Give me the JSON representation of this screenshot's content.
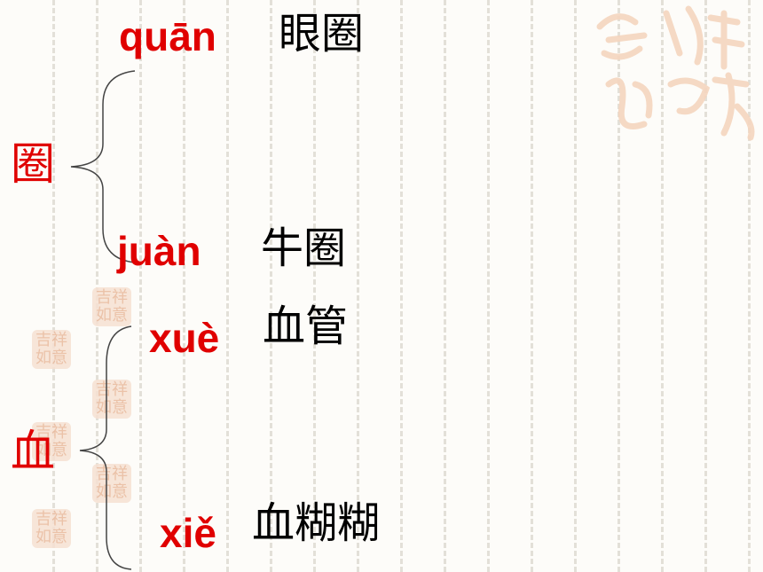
{
  "groups": [
    {
      "character": "圈",
      "readings": [
        {
          "pinyin": "quān",
          "word": "眼圈"
        },
        {
          "pinyin": "juàn",
          "word": "牛圈"
        }
      ]
    },
    {
      "character": "血",
      "readings": [
        {
          "pinyin": "xuè",
          "word": "血管"
        },
        {
          "pinyin": "xiě",
          "word": "血糊糊"
        }
      ]
    }
  ],
  "decoration": {
    "seal_text": "吉祥如意",
    "seal_color": "#f5d6bf",
    "accent_color": "#e00000"
  }
}
